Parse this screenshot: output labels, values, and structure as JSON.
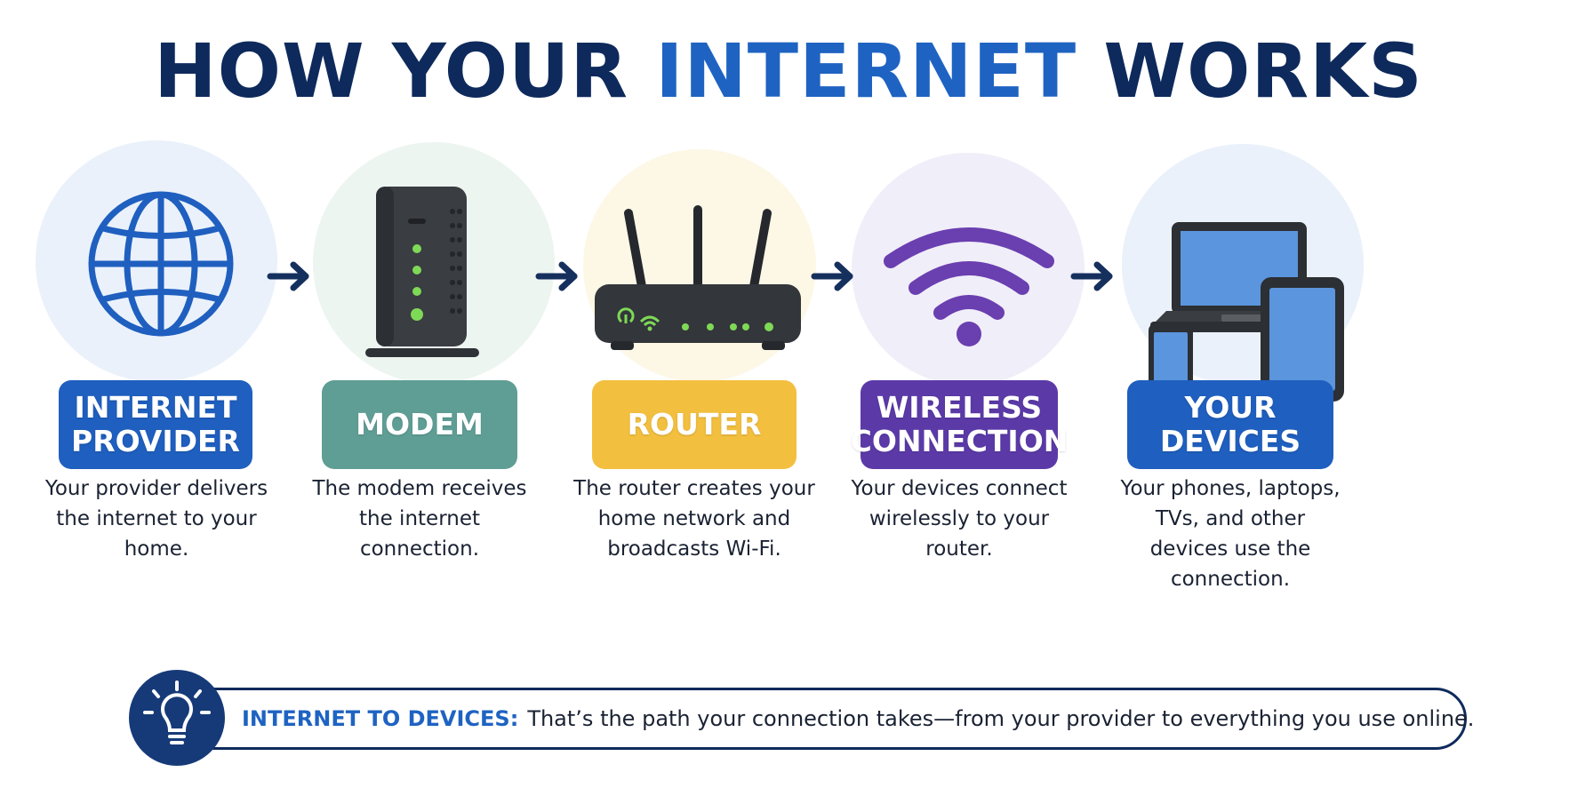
{
  "title": {
    "part1": "HOW YOUR ",
    "accent": "INTERNET",
    "part2": " WORKS"
  },
  "steps": [
    {
      "label": "INTERNET\nPROVIDER",
      "description": "Your provider delivers the internet to your home.",
      "color": "#1f5fbf",
      "circle_color": "#eaf1fb",
      "icon": "globe-icon"
    },
    {
      "label": "MODEM",
      "description": "The modem receives the internet connection.",
      "color": "#5f9e95",
      "circle_color": "#edf5f1",
      "icon": "modem-icon"
    },
    {
      "label": "ROUTER",
      "description": "The router creates your home network and broadcasts Wi-Fi.",
      "color": "#f3bf3f",
      "circle_color": "#fdf7e6",
      "icon": "router-icon"
    },
    {
      "label": "WIRELESS\nCONNECTION",
      "description": "Your devices connect wirelessly to your router.",
      "color": "#5b3aa8",
      "circle_color": "#f0eef8",
      "icon": "wifi-icon"
    },
    {
      "label": "YOUR\nDEVICES",
      "description": "Your phones, laptops, TVs, and other devices use the connection.",
      "color": "#1f5fbf",
      "circle_color": "#eaf1fb",
      "icon": "devices-icon"
    }
  ],
  "banner": {
    "label": "INTERNET TO DEVICES:",
    "text": "That’s the path your connection takes—from your provider to everything you use online.",
    "icon": "lightbulb-icon"
  },
  "colors": {
    "navy": "#0e2a5c",
    "blue": "#1f63c2",
    "arrow": "#16305e",
    "led_green": "#7ed957"
  }
}
